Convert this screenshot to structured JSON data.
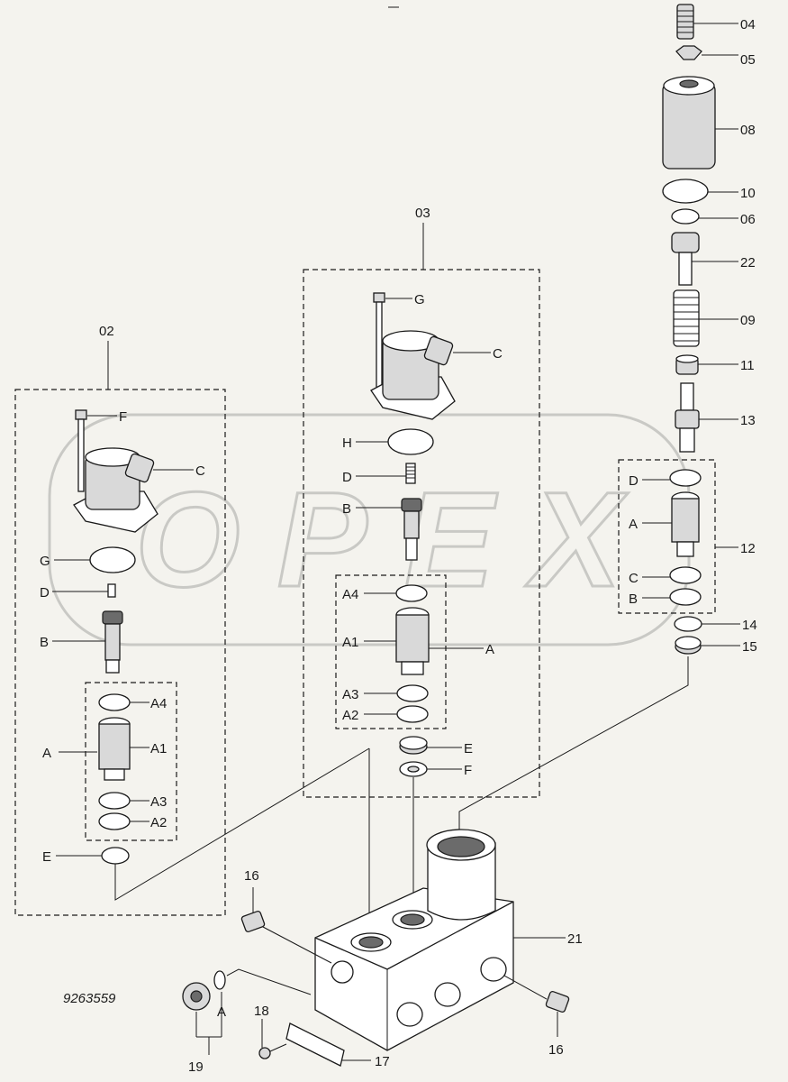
{
  "watermark": {
    "text": "OPEX"
  },
  "drawing_code": "9263559",
  "callouts": {
    "p02": "02",
    "p03": "03",
    "p04": "04",
    "p05": "05",
    "p06": "06",
    "p08": "08",
    "p09": "09",
    "p10": "10",
    "p11": "11",
    "p12": "12",
    "p13": "13",
    "p14": "14",
    "p15": "15",
    "p16a": "16",
    "p16b": "16",
    "p17": "17",
    "p18": "18",
    "p19": "19",
    "p21": "21",
    "p22": "22"
  },
  "group02": {
    "F": "F",
    "C": "C",
    "G": "G",
    "D": "D",
    "B": "B",
    "A": "A",
    "A4": "A4",
    "A1": "A1",
    "A3": "A3",
    "A2": "A2",
    "E": "E"
  },
  "group03": {
    "G": "G",
    "C": "C",
    "H": "H",
    "D": "D",
    "B": "B",
    "A": "A",
    "A4": "A4",
    "A1": "A1",
    "A3": "A3",
    "A2": "A2",
    "E": "E",
    "F": "F"
  },
  "group12": {
    "D": "D",
    "A": "A",
    "C": "C",
    "B": "B"
  },
  "bottom": {
    "A": "A"
  },
  "colors": {
    "line": "#1a1a1a",
    "watermark": "#c9c9c5",
    "background": "#f4f3ee"
  }
}
